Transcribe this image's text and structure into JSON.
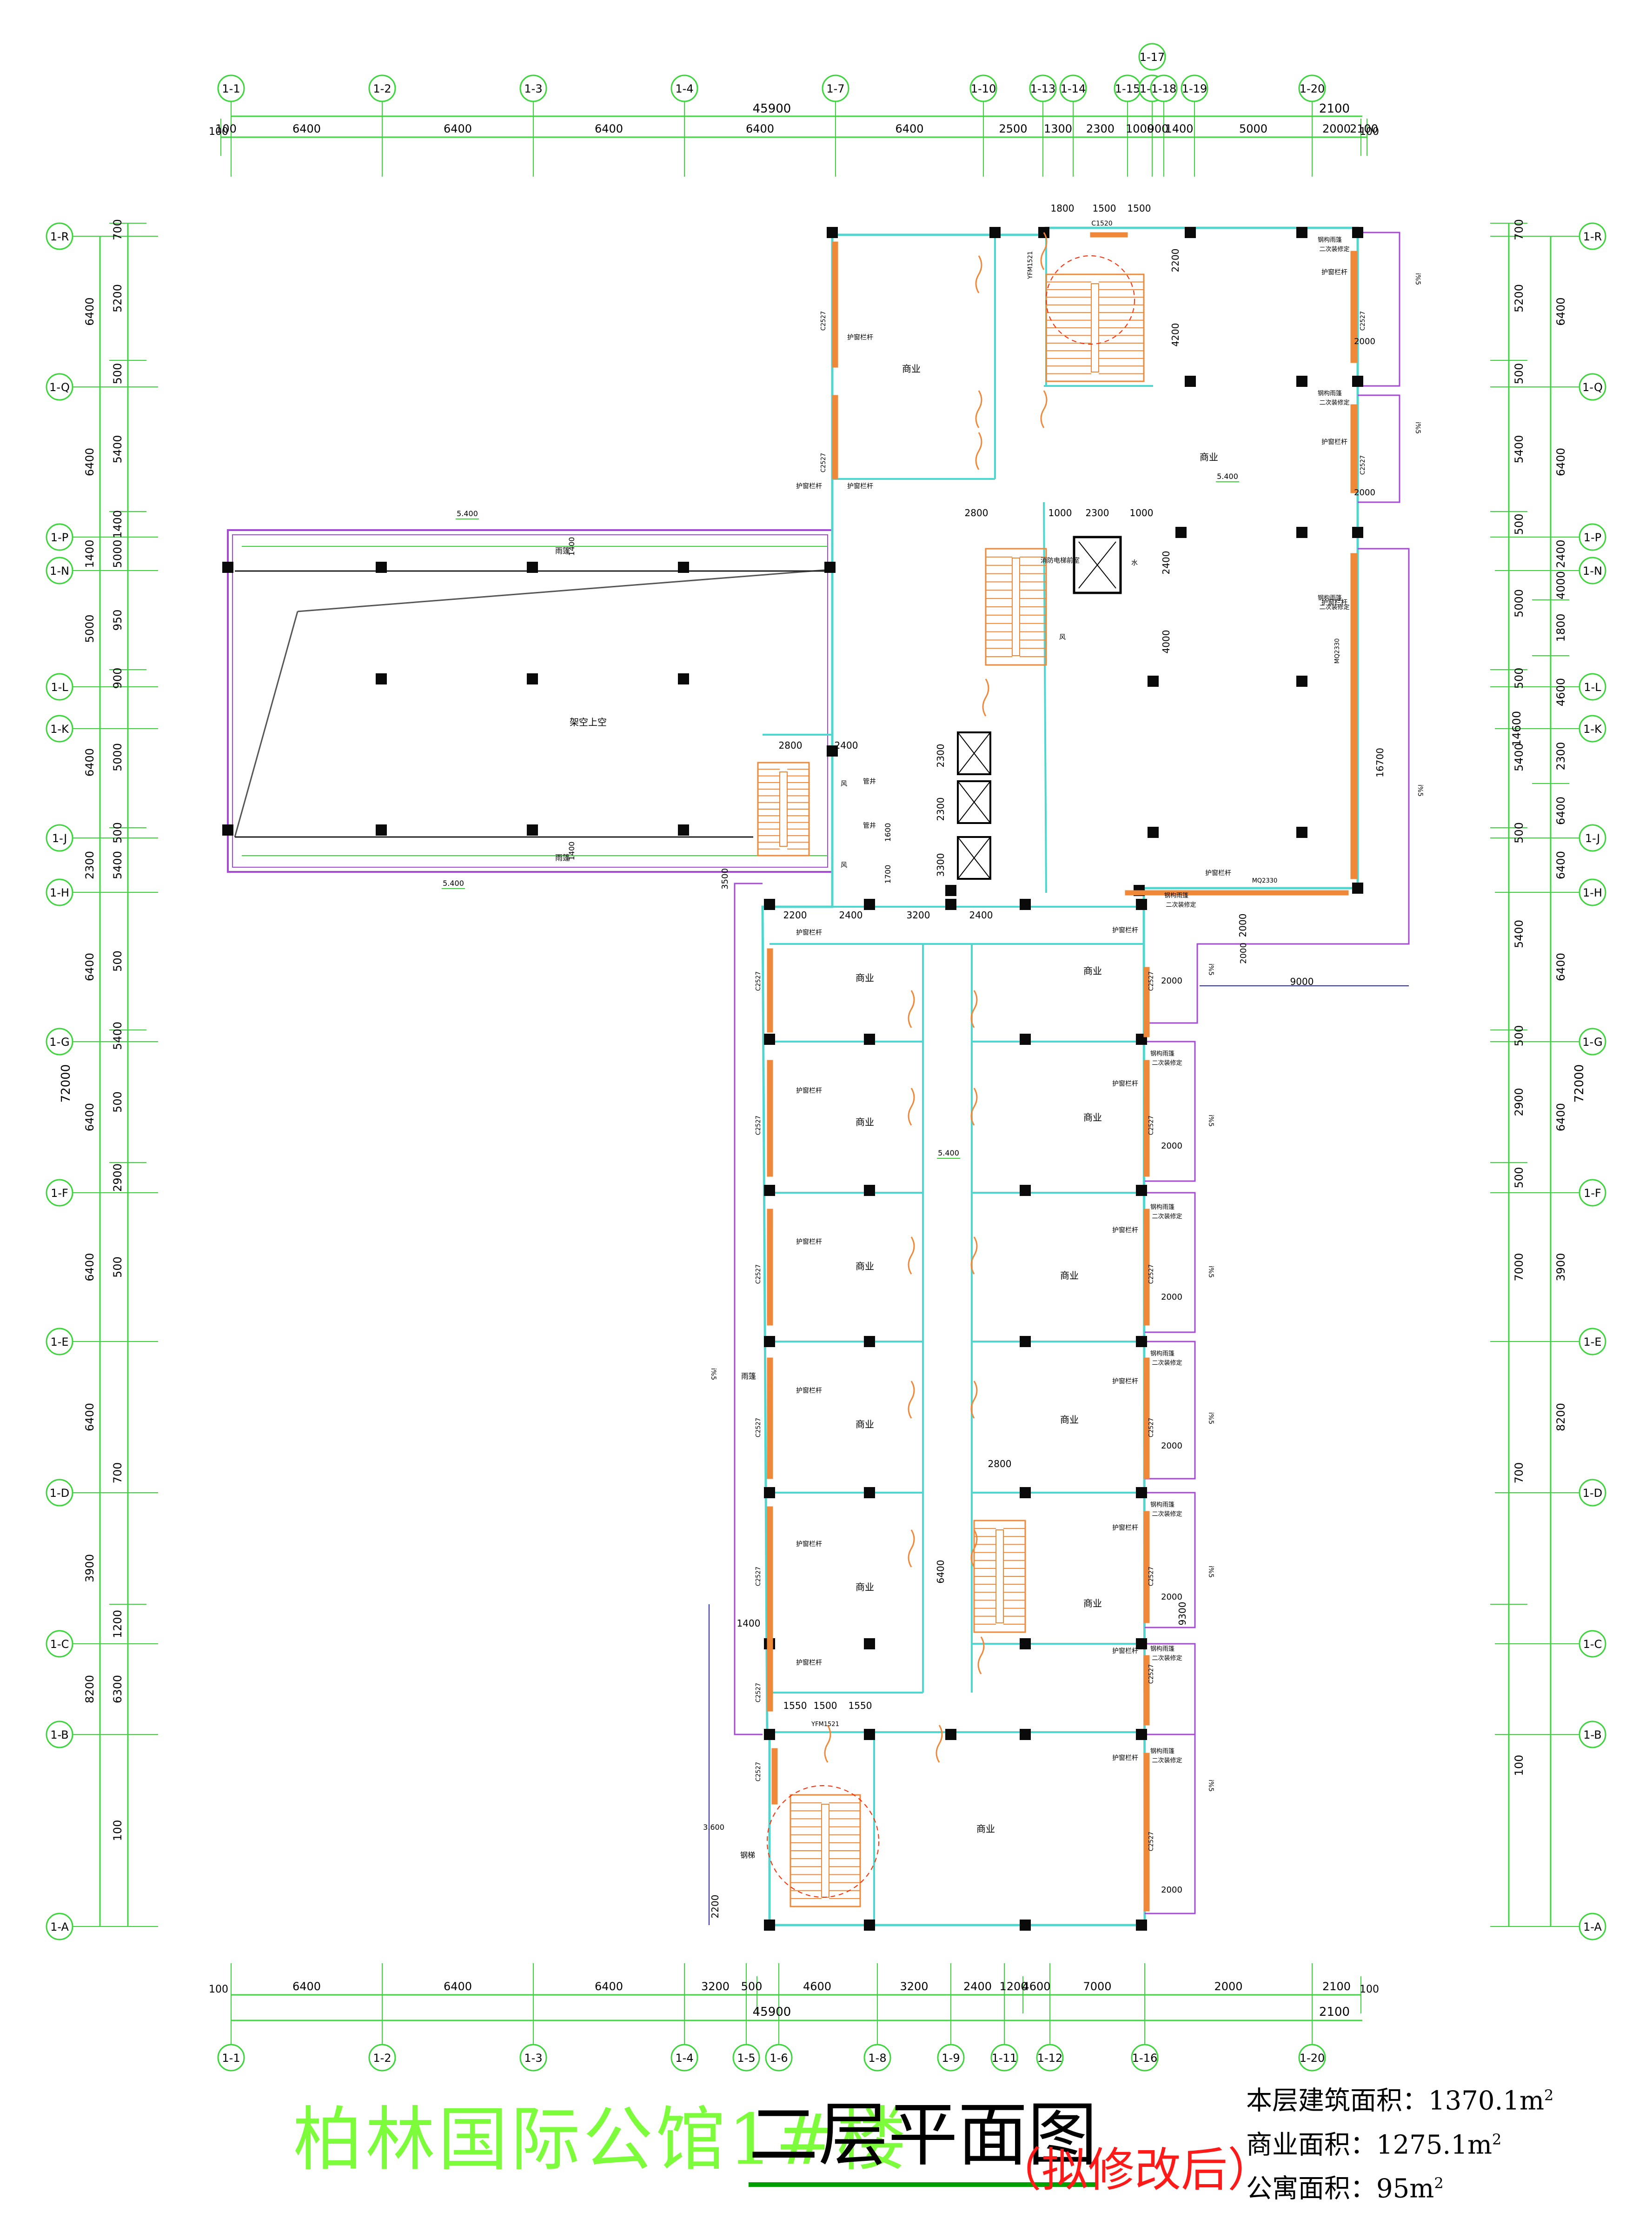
{
  "title": {
    "main": "柏林国际公馆1#楼",
    "sub": "二层平面图",
    "note": "（拟修改后）"
  },
  "areas": [
    {
      "label": "本层建筑面积：",
      "value": "1370.1m",
      "sup": "2"
    },
    {
      "label": "商业面积：",
      "value": "1275.1m",
      "sup": "2"
    },
    {
      "label": "公寓面积：",
      "value": "95m",
      "sup": "2"
    }
  ],
  "grid_top": [
    "1-1",
    "1-2",
    "1-3",
    "1-4",
    "1-7",
    "1-10",
    "1-13",
    "1-14",
    "1-15",
    "1-17",
    "1-18",
    "1-19",
    "1-20"
  ],
  "grid_bottom": [
    "1-1",
    "1-2",
    "1-3",
    "1-4",
    "1-5",
    "1-6",
    "1-8",
    "1-9",
    "1-11",
    "1-12",
    "1-16",
    "1-20"
  ],
  "grid_side": [
    "1-R",
    "1-Q",
    "1-P",
    "1-N",
    "1-L",
    "1-K",
    "1-J",
    "1-H",
    "1-G",
    "1-F",
    "1-E",
    "1-D",
    "1-C",
    "1-B",
    "1-A"
  ],
  "dims_top": {
    "total": "45900",
    "right_ext": "2100",
    "left_end": "100",
    "right_end": "100",
    "segments": [
      "6400",
      "6400",
      "6400",
      "6400",
      "6400",
      "2500",
      "1300",
      "2300",
      "1000",
      "900",
      "1400",
      "5000",
      "2000"
    ]
  },
  "dims_bottom": {
    "total": "45900",
    "right_ext": "2100",
    "left_end": "100",
    "right_end": "100",
    "segments": [
      "6400",
      "6400",
      "6400",
      "3200",
      "500",
      "4600",
      "3200",
      "2400",
      "1200",
      "4600",
      "7000",
      "2000"
    ]
  },
  "dims_left": {
    "total": "72000",
    "grid": [
      "6400",
      "6400",
      "1400",
      "5000",
      "6400",
      "2300",
      "6400",
      "6400",
      "6400",
      "6400",
      "3900",
      "8200"
    ],
    "detail": [
      "700",
      "5200",
      "500",
      "5400",
      "1400",
      "5000",
      "950",
      "900",
      "5000",
      "500",
      "5400",
      "500",
      "5400",
      "500",
      "2900",
      "500",
      "700",
      "1200",
      "6300",
      "100"
    ]
  },
  "dims_right": {
    "total": "72000",
    "total_k": "14600",
    "grid": [
      "6400",
      "6400",
      "2400",
      "4000",
      "1800",
      "4600",
      "2300",
      "6400",
      "6400",
      "6400",
      "6400",
      "3900",
      "8200"
    ],
    "detail": [
      "700",
      "5200",
      "500",
      "5400",
      "500",
      "5000",
      "500",
      "5400",
      "500",
      "5400",
      "500",
      "2900",
      "500",
      "7000",
      "700",
      "100"
    ]
  },
  "rooms": {
    "shop": "商业",
    "void": "架空上空",
    "canopy": "雨篷",
    "rail": "护窗栏杆",
    "canopy_note": "钢构雨篷",
    "secondary": "二次装修定",
    "water": "水",
    "wind": "风",
    "fire": "消防电梯前室",
    "pipe": "管井",
    "steel": "钢梯"
  },
  "elev": {
    "main": "5.400",
    "low": "3.600",
    "slope": "i%5"
  },
  "inner_dims": {
    "stair_top": [
      "1800",
      "1500",
      "1500"
    ],
    "stair_v": [
      "2200",
      "4200"
    ],
    "core": [
      "2800",
      "1000",
      "2300",
      "1000"
    ],
    "core_v": [
      "2400",
      "4000"
    ],
    "left_core": [
      "2800",
      "2400"
    ],
    "lift_v": [
      "2300",
      "2300",
      "3300"
    ],
    "corridor": [
      "2200",
      "2400",
      "3200",
      "2400"
    ],
    "right_wing": [
      "16700",
      "2000",
      "9000"
    ],
    "bottom_stair": [
      "1550",
      "1500",
      "1550"
    ],
    "misc": [
      "1400",
      "2200",
      "2800",
      "6400",
      "9300",
      "3500",
      "1000",
      "1600",
      "1700",
      "2000"
    ]
  },
  "labels": {
    "window": "C2527",
    "door_top": "C1520",
    "door_fm": "YFM1521",
    "door_big": "MQ2330"
  }
}
